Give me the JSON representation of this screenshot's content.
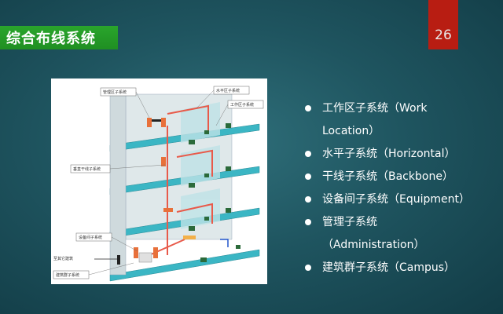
{
  "slide": {
    "title": "综合布线系统",
    "page_number": "26"
  },
  "diagram": {
    "labels": {
      "management": "管理区子系统",
      "horizontal": "水平区子系统",
      "work_area": "工作区子系统",
      "backbone": "垂直干线子系统",
      "equipment": "设备间子系统",
      "other_building": "至其它建筑",
      "campus": "建筑群子系统"
    }
  },
  "bullets": [
    {
      "line1": "工作区子系统（Work",
      "line2": "Location）"
    },
    {
      "line1": "水平子系统（Horizontal）"
    },
    {
      "line1": "干线子系统（Backbone）"
    },
    {
      "line1": "设备间子系统（Equipment）"
    },
    {
      "line1": "管理子系统",
      "line2": "（Administration）"
    },
    {
      "line1": "建筑群子系统（Campus）"
    }
  ],
  "colors": {
    "title_bg": "#22992a",
    "page_box_bg": "#b81d12",
    "floor": "#3bb6c4",
    "cable": "#e85a4a"
  }
}
